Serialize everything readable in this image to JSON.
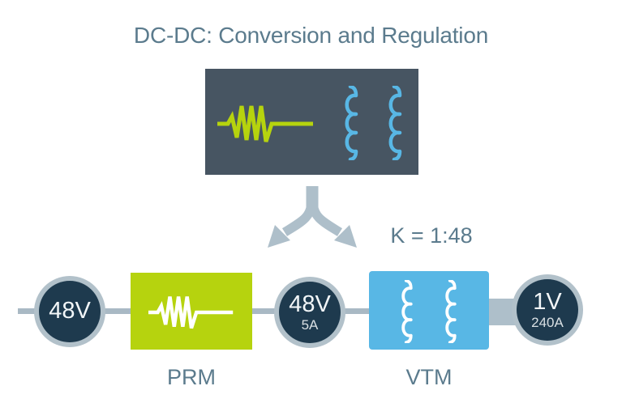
{
  "title": "DC-DC: Conversion and Regulation",
  "ratio_label": "K = 1:48",
  "flow": {
    "input_node": {
      "voltage": "48V"
    },
    "prm_module": {
      "label": "PRM"
    },
    "intermediate_node": {
      "voltage": "48V",
      "current": "5A"
    },
    "vtm_module": {
      "label": "VTM"
    },
    "output_node": {
      "voltage": "1V",
      "current": "240A"
    }
  },
  "icons": {
    "source_panel_icons": [
      "regulation-waveform-icon",
      "transformer-coil-icon",
      "transformer-coil-icon"
    ],
    "split_arrow": "split-arrow-icon"
  },
  "colors": {
    "panel-dark": "#475562",
    "node-navy": "#1e3a4e",
    "lime": "#b6d30e",
    "sky-blue": "#58b7e5",
    "slate-text": "#5b7b8d",
    "connector": "#a9b9c4",
    "arrow": "#aebfca",
    "ring": "#b2c1ca",
    "node-text": "#f2f6f8"
  }
}
